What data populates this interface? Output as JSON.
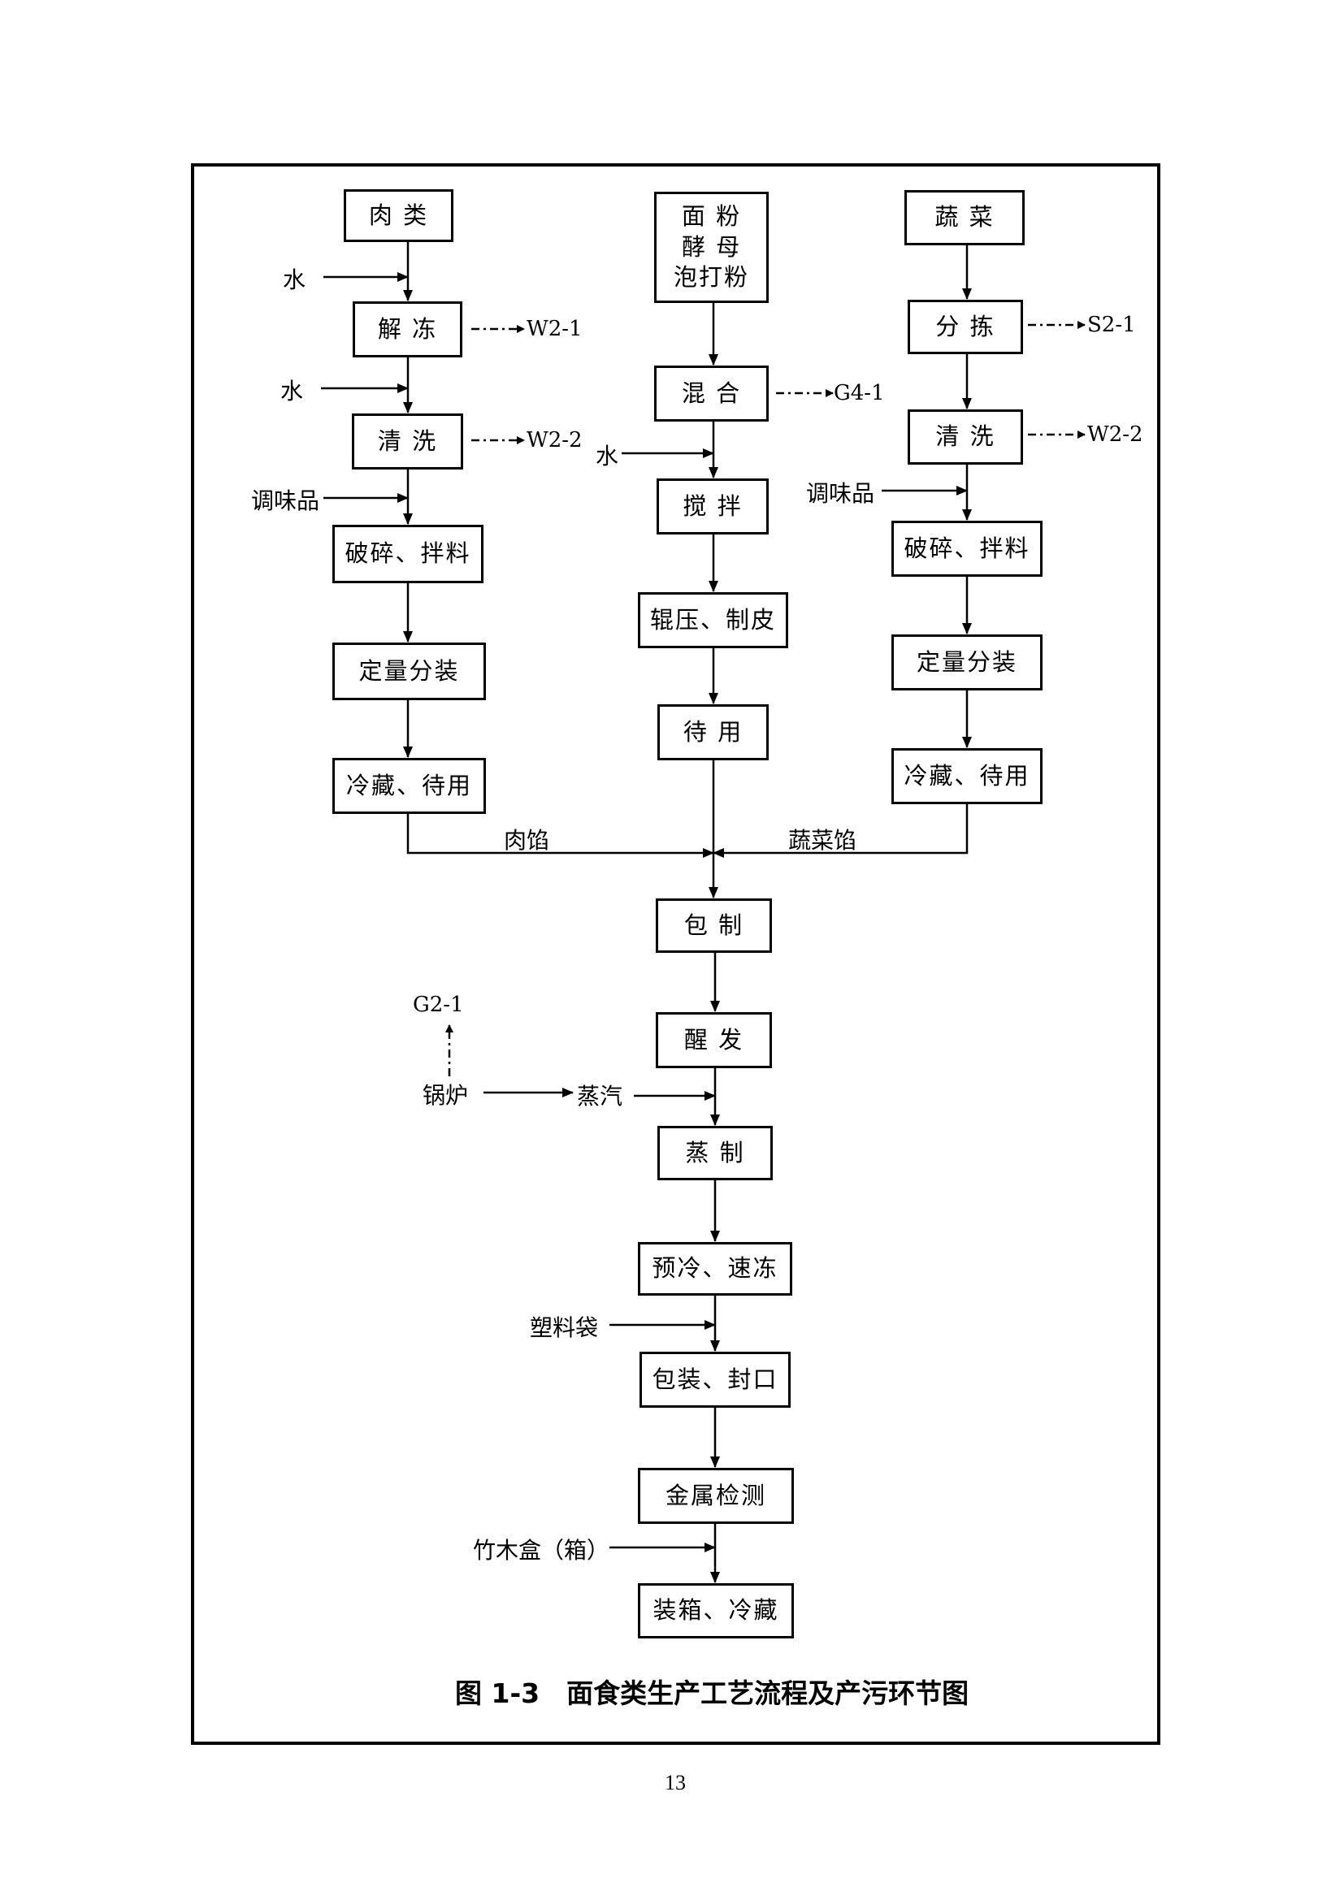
{
  "title": "图 1-3　面食类生产工艺流程及产污环节图",
  "page_number": "13",
  "nodes": {
    "meat": "肉 类",
    "flour": "面 粉\n酵 母\n泡打粉",
    "veg": "蔬 菜",
    "thaw": "解 冻",
    "wash_m": "清 洗",
    "crush_m": "破碎、拌料",
    "portion_m": "定量分装",
    "chill_m": "冷藏、待用",
    "mix": "混 合",
    "stir": "搅 拌",
    "roll": "辊压、制皮",
    "standby": "待 用",
    "sort": "分 拣",
    "wash_v": "清 洗",
    "crush_v": "破碎、拌料",
    "portion_v": "定量分装",
    "chill_v": "冷藏、待用",
    "wrap": "包 制",
    "proof": "醒 发",
    "steam": "蒸 制",
    "freeze": "预冷、速冻",
    "pack": "包装、封口",
    "metal": "金属检测",
    "box": "装箱、冷藏"
  },
  "labels": {
    "water1": "水",
    "water2": "水",
    "water3": "水",
    "seasoning1": "调味品",
    "seasoning2": "调味品",
    "meat_filling": "肉馅",
    "veg_filling": "蔬菜馅",
    "boiler": "锅炉",
    "steam": "蒸汽",
    "plastic_bag": "塑料袋",
    "bamboo_box": "竹木盒（箱）"
  },
  "pollutants": {
    "w21": "W2-1",
    "w22_meat": "W2-2",
    "g41": "G4-1",
    "s21": "S2-1",
    "w22_veg": "W2-2",
    "g21": "G2-1"
  }
}
